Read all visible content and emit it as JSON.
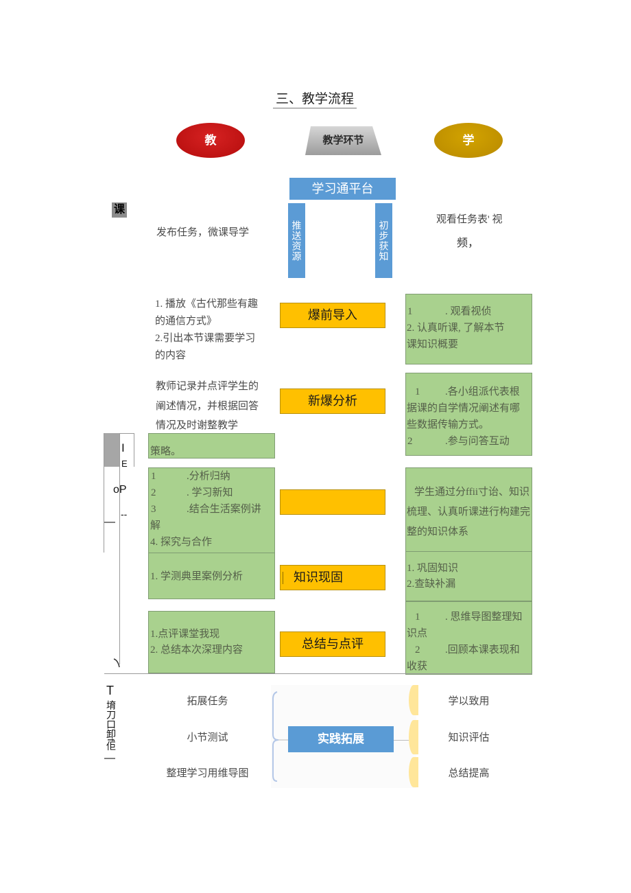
{
  "title": "三、教学流程",
  "header": {
    "teach": "教",
    "section": "教学环节",
    "learn": "学"
  },
  "platform": {
    "label": "学习通平台",
    "push": "推送资源",
    "acquire": "初步获知"
  },
  "pre_class": {
    "tag": "课",
    "teacher": "发布任务，微课导学",
    "student": [
      "观看任务表' 视",
      "频，"
    ]
  },
  "rows": [
    {
      "stage": "爆前导入",
      "teacher": [
        "1. 播放《古代那些有趣",
        "的通信方式》",
        "2.引出本节课需要学习",
        "的内容"
      ],
      "student": [
        {
          "n": "1",
          "t": ". 观看视侦"
        },
        {
          "t": "2. 认真听课, 了解本节"
        },
        {
          "t": "课知识概要"
        }
      ]
    },
    {
      "stage": "新爆分析",
      "teacher": [
        "教师记录并点评学生的",
        "阐述情况，并根据回答",
        "情况及时谢整教学",
        "策略。"
      ],
      "student": [
        {
          "n": "1",
          "t": ".各小组派代表根"
        },
        {
          "t": "据课的自学情况阐述有哪"
        },
        {
          "t": "些数据传输方式。"
        },
        {
          "n": "2",
          "t": ".参与问答互动"
        }
      ]
    },
    {
      "stage": "",
      "teacher": [
        {
          "n": "1",
          "t": ".分析归纳"
        },
        {
          "n": "2",
          "t": ". 学习新知"
        },
        {
          "n": "3",
          "t": ".结合生活案例讲"
        },
        {
          "t": "解"
        },
        {
          "t": "4. 探究与合作"
        }
      ],
      "student": [
        "学生通过分ffii寸诒、知识",
        "梳理、认真听课进行构建完",
        "整的知识体系"
      ]
    },
    {
      "stage": "知识现固",
      "teacher": [
        "1. 学测典里案例分析"
      ],
      "student": [
        "1. 巩固知识",
        "2.查缺补漏"
      ]
    },
    {
      "stage": "总结与点评",
      "teacher": [
        "1.点评课堂我现",
        "2. 总结本次深理内容"
      ],
      "student": [
        {
          "n": "1",
          "t": ". 思维导图整理知"
        },
        {
          "t": "识点"
        },
        {
          "n": "2",
          "t": ".回顾本课表现和"
        },
        {
          "t": "收获"
        }
      ]
    }
  ],
  "side_marks": {
    "i": "I",
    "e": "E",
    "op": "oP",
    "dash": "--",
    "bar": "—"
  },
  "bottom_label": {
    "top": "T",
    "text": "堉刀口卸f佢",
    "bottom": "—"
  },
  "extension": {
    "center": "实践拓展",
    "left": [
      "拓展任务",
      "小节测试",
      "整理学习用维导图"
    ],
    "right": [
      "学以致用",
      "知识评估",
      "总结提高"
    ]
  },
  "colors": {
    "teach": "#c41515",
    "learn": "#c39500",
    "platform_blue": "#5b9bd5",
    "stage_yellow": "#ffc000",
    "box_green": "#a9d18e"
  }
}
